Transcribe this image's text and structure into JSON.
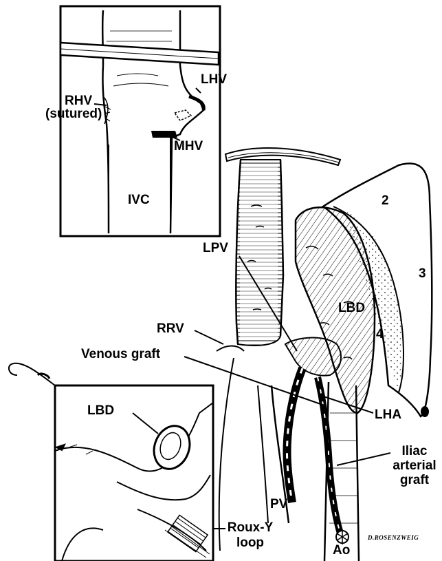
{
  "labels": {
    "rhv": "RHV",
    "rhv_sub": "(sutured)",
    "lhv": "LHV",
    "mhv": "MHV",
    "ivc": "IVC",
    "seg2": "2",
    "seg3": "3",
    "seg4": "4",
    "lbd_main": "LBD",
    "lpv": "LPV",
    "rrv": "RRV",
    "venous_graft": "Venous graft",
    "lha": "LHA",
    "iliac_line1": "Iliac",
    "iliac_line2": "arterial",
    "iliac_line3": "graft",
    "lbd_inset": "LBD",
    "pv": "PV",
    "roux_line1": "Roux-Y",
    "roux_line2": "loop",
    "ao": "Ao"
  },
  "signature": "D.ROSENZWEIG",
  "colors": {
    "ink": "#000000",
    "paper": "#ffffff"
  }
}
